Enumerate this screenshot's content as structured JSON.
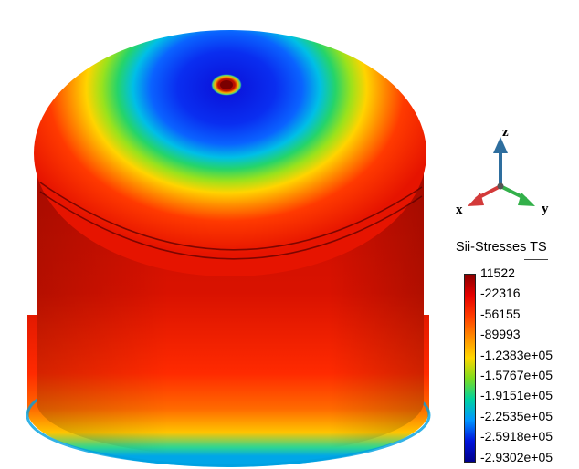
{
  "view": {
    "model": "cylindrical-cap-contour",
    "triad": {
      "axes": [
        {
          "name": "z",
          "label": "z",
          "color": "#2e6e9e"
        },
        {
          "name": "x",
          "label": "x",
          "color": "#d33a3a"
        },
        {
          "name": "y",
          "label": "y",
          "color": "#33b04a"
        }
      ]
    }
  },
  "legend": {
    "title": "Sii-Stresses TS",
    "ticks": [
      "11522",
      "-22316",
      "-56155",
      "-89993",
      "-1.2383e+05",
      "-1.5767e+05",
      "-1.9151e+05",
      "-2.2535e+05",
      "-2.5918e+05",
      "-2.9302e+05"
    ],
    "colors": [
      "#8b0000",
      "#e60000",
      "#ff3c00",
      "#ff8c00",
      "#ffd700",
      "#7ddc1f",
      "#00d2a0",
      "#0096ff",
      "#0014dc",
      "#00008b"
    ]
  }
}
